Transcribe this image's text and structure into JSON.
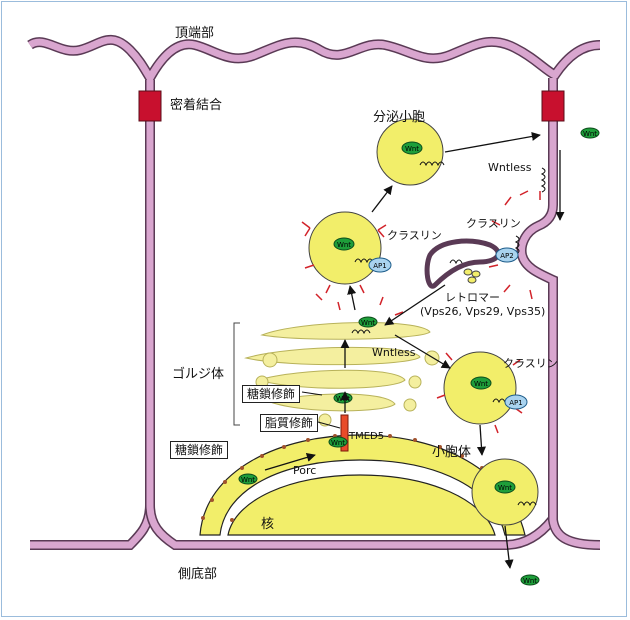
{
  "labels": {
    "apical": "頂端部",
    "tight_junction": "密着結合",
    "secretory_vesicle": "分泌小胞",
    "wntless_membrane": "Wntless",
    "clathrin_golgi": "クラスリン",
    "clathrin_membrane": "クラスリン",
    "clathrin_vesicle": "クラスリン",
    "retromer": "レトロマー",
    "retromer_sub": "(Vps26, Vps29, Vps35)",
    "wntless_golgi": "Wntless",
    "golgi": "ゴルジ体",
    "glyco_golgi": "糖鎖修飾",
    "lipid_mod": "脂質修飾",
    "tmed5": "TMED5",
    "glyco_er": "糖鎖修飾",
    "er": "小胞体",
    "porc": "Porc",
    "nucleus": "核",
    "basolateral": "側底部",
    "wnt": "Wnt",
    "ap1": "AP1",
    "ap2": "AP2"
  },
  "colors": {
    "membrane": "#d9a6cf",
    "membrane_edge": "#5a3a55",
    "junction": "#c8102e",
    "organelle": "#f2ee6a",
    "golgi": "#f4ef9f",
    "wnt": "#1e9e3a",
    "adaptor": "#a9d3ef",
    "clathrin": "#d2232a",
    "ribosome": "#a0522d"
  }
}
